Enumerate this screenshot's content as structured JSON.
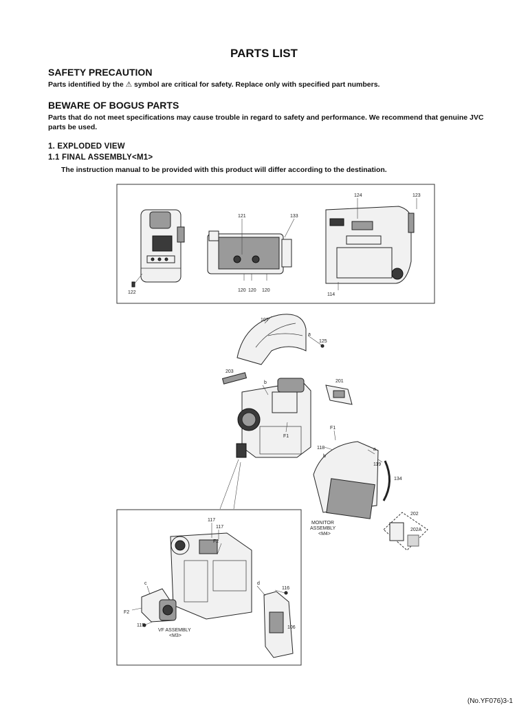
{
  "page": {
    "title": "PARTS LIST",
    "safety": {
      "heading": "SAFETY PRECAUTION",
      "text_before": "Parts identified by the",
      "symbol": "⚠",
      "text_after": "symbol are critical for safety. Replace only with specified part numbers."
    },
    "bogus": {
      "heading": "BEWARE OF BOGUS PARTS",
      "text": "Parts that do not meet specifications may cause trouble in regard to safety and performance. We recommend that genuine JVC parts be used."
    },
    "section": {
      "heading": "1.  EXPLODED VIEW",
      "subheading": "1.1  FINAL ASSEMBLY<M1>",
      "note": "The instruction manual to be provided with this product will differ according to the destination."
    },
    "footer": "(No.YF076)3-1"
  },
  "diagram": {
    "labels": {
      "p122": "122",
      "p121": "121",
      "p133": "133",
      "p120a": "120",
      "p120b": "120",
      "p120c": "120",
      "p124": "124",
      "p123": "123",
      "p114": "114",
      "p107": "107",
      "a1": "a",
      "p125": "125",
      "p203": "203",
      "b1": "b",
      "p201": "201",
      "f1a": "F1",
      "f1b": "F1",
      "p118": "118",
      "a2": "a",
      "b2": "b",
      "p119": "119",
      "p134": "134",
      "p202": "202",
      "p202a": "202A",
      "monitor1": "MONITOR",
      "monitor2": "ASSEMBLY",
      "monitor3": "<M4>",
      "p117a": "117",
      "p117b": "117",
      "f2a": "F2",
      "c1": "c",
      "d1": "d",
      "p116": "116",
      "f2b": "F2",
      "p115": "115",
      "vf1": "VF ASSEMBLY",
      "vf2": "<M3>",
      "p106": "106"
    }
  }
}
